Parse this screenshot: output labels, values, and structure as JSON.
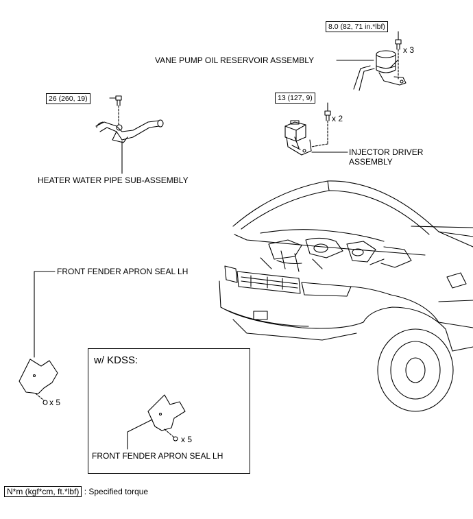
{
  "torques": {
    "reservoir": "8.0 (82, 71 in.*lbf)",
    "heater_pipe": "26 (260, 19)",
    "injector": "13 (127, 9)"
  },
  "counts": {
    "reservoir_bolts": "x 3",
    "injector_bolts": "x 2",
    "apron_bolts": "x 5",
    "kdss_apron_bolts": "x 5"
  },
  "labels": {
    "reservoir": "VANE PUMP OIL RESERVOIR ASSEMBLY",
    "injector": "INJECTOR DRIVER\nASSEMBLY",
    "heater_pipe": "HEATER WATER PIPE SUB-ASSEMBLY",
    "apron_seal": "FRONT FENDER APRON SEAL LH",
    "kdss_apron_seal": "FRONT FENDER APRON SEAL LH"
  },
  "kdss": {
    "title": "w/ KDSS:"
  },
  "legend": {
    "unit": "N*m (kgf*cm, ft.*lbf)",
    "meaning": ": Specified torque"
  }
}
